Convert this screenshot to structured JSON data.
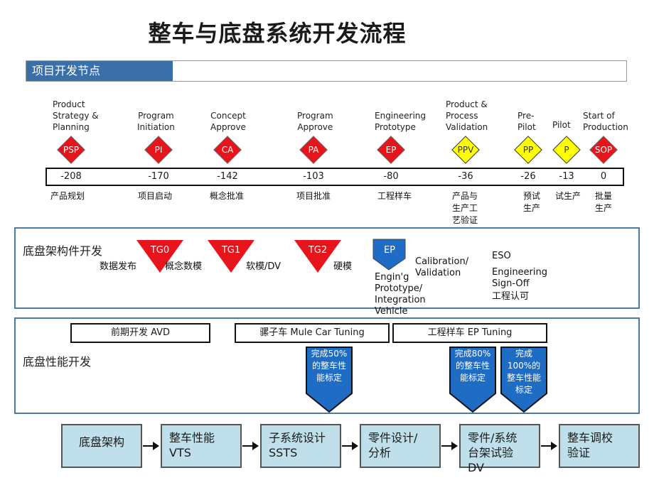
{
  "title": "整车与底盘系统开发流程",
  "section_label": "项目开发节点",
  "milestones": [
    {
      "label": "Product Strategy & Planning",
      "code": "PSP",
      "num": "-208",
      "cn": "产品规划",
      "color": "#e8141c"
    },
    {
      "label": "Program Initiation",
      "code": "PI",
      "num": "-170",
      "cn": "项目启动",
      "color": "#e8141c"
    },
    {
      "label": "Concept Approve",
      "code": "CA",
      "num": "-142",
      "cn": "概念批准",
      "color": "#e8141c"
    },
    {
      "label": "Program Approve",
      "code": "PA",
      "num": "-103",
      "cn": "项目批准",
      "color": "#e8141c"
    },
    {
      "label": "Engineering Prototype",
      "code": "EP",
      "num": "-80",
      "cn": "工程样车",
      "color": "#e8141c"
    },
    {
      "label": "Product & Process Validation",
      "code": "PPV",
      "num": "-36",
      "cn": "产品与生产工艺验证",
      "color": "#ffff00"
    },
    {
      "label": "Pre-Pilot",
      "code": "PP",
      "num": "-26",
      "cn": "预试生产",
      "color": "#ffff00"
    },
    {
      "label": "Pilot",
      "code": "P",
      "num": "-13",
      "cn": "试生产",
      "color": "#ffff00"
    },
    {
      "label": "Start of Production",
      "code": "SOP",
      "num": "0",
      "cn": "批量生产",
      "color": "#e8141c"
    }
  ],
  "chassis_arch": {
    "title": "底盘架构件开发",
    "gates": [
      "TG0",
      "TG1",
      "TG2"
    ],
    "gate_notes": [
      "数据发布",
      "概念数模",
      "软模/DV",
      "硬模"
    ],
    "ep_code": "EP",
    "ep_note": "Engin'g Prototype/ Integration Vehicle",
    "calib": "Calibration/ Validation",
    "eso": "ESO",
    "eso_desc": "Engineering Sign-Off",
    "eso_cn": "工程认可"
  },
  "chassis_perf": {
    "title": "底盘性能开发",
    "bars": [
      "前期开发 AVD",
      "骡子车 Mule Car Tuning",
      "工程样车 EP Tuning"
    ],
    "callouts": [
      "完成50%的整车性能标定",
      "完成80%的整车性能标定",
      "完成100%的整车性能标定"
    ]
  },
  "flow": [
    {
      "line1": "底盘架构",
      "line2": ""
    },
    {
      "line1": "整车性能",
      "line2": "VTS"
    },
    {
      "line1": "子系统设计",
      "line2": "SSTS"
    },
    {
      "line1": "零件设计/",
      "line2": "分析"
    },
    {
      "line1": "零件/系统",
      "line2": "台架试验 DV"
    },
    {
      "line1": "整车调校",
      "line2": "验证"
    }
  ]
}
